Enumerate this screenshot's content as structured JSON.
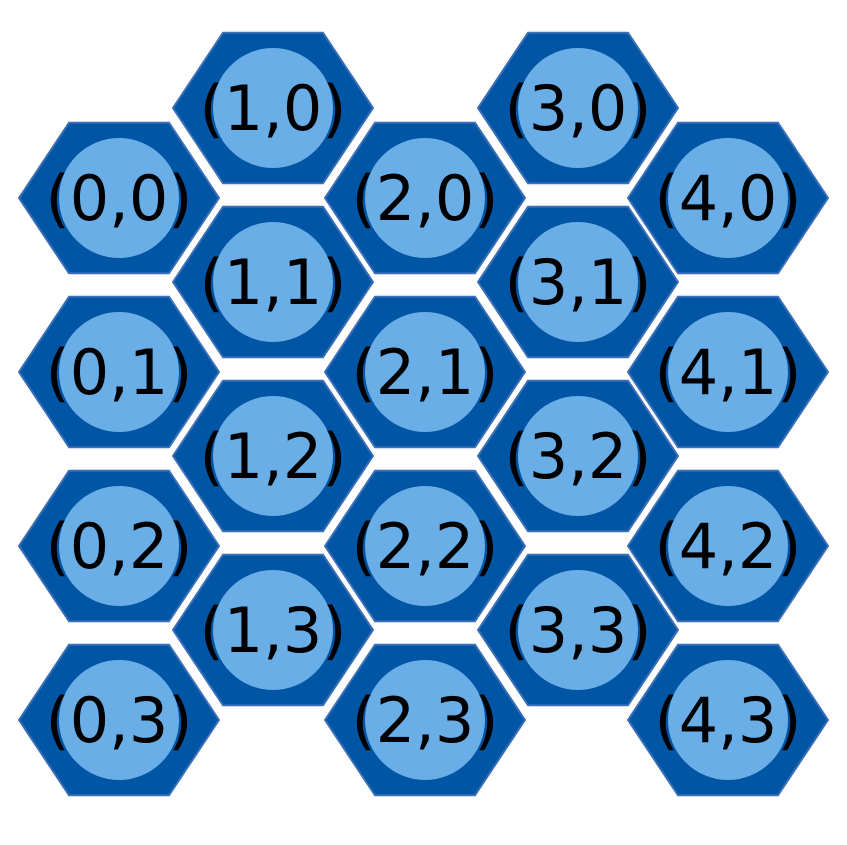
{
  "colors": {
    "hex_fill": "#0055a5",
    "hex_border": "#3a6fb6",
    "circle_fill": "#6aaee8",
    "label_color": "#000000"
  },
  "grid": {
    "columns": 5,
    "rows": 4,
    "cells": [
      {
        "col": 0,
        "row": 0,
        "label": "(0,0)"
      },
      {
        "col": 0,
        "row": 1,
        "label": "(0,1)"
      },
      {
        "col": 0,
        "row": 2,
        "label": "(0,2)"
      },
      {
        "col": 0,
        "row": 3,
        "label": "(0,3)"
      },
      {
        "col": 1,
        "row": 0,
        "label": "(1,0)"
      },
      {
        "col": 1,
        "row": 1,
        "label": "(1,1)"
      },
      {
        "col": 1,
        "row": 2,
        "label": "(1,2)"
      },
      {
        "col": 1,
        "row": 3,
        "label": "(1,3)"
      },
      {
        "col": 2,
        "row": 0,
        "label": "(2,0)"
      },
      {
        "col": 2,
        "row": 1,
        "label": "(2,1)"
      },
      {
        "col": 2,
        "row": 2,
        "label": "(2,2)"
      },
      {
        "col": 2,
        "row": 3,
        "label": "(2,3)"
      },
      {
        "col": 3,
        "row": 0,
        "label": "(3,0)"
      },
      {
        "col": 3,
        "row": 1,
        "label": "(3,1)"
      },
      {
        "col": 3,
        "row": 2,
        "label": "(3,2)"
      },
      {
        "col": 3,
        "row": 3,
        "label": "(3,3)"
      },
      {
        "col": 4,
        "row": 0,
        "label": "(4,0)"
      },
      {
        "col": 4,
        "row": 1,
        "label": "(4,1)"
      },
      {
        "col": 4,
        "row": 2,
        "label": "(4,2)"
      },
      {
        "col": 4,
        "row": 3,
        "label": "(4,3)"
      }
    ]
  }
}
